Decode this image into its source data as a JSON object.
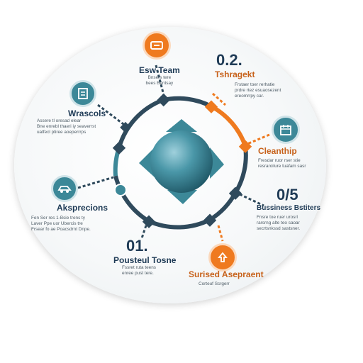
{
  "colors": {
    "teal": "#3c8898",
    "orange": "#ef7a1f",
    "navy": "#1f3b56",
    "ring": "#2f4a5c"
  },
  "center": {
    "icon": "sphere-cross-icon"
  },
  "nodes": {
    "top": {
      "icon": "tag-icon",
      "title": "Esw Team",
      "body": "Bnsers tere\nbees Bentsay"
    },
    "top_right": {
      "number": "0.2.",
      "title": "Tshragekt",
      "body": "Frstaer toer rerhatie\nprdre rtez esuaosezent\nereomrrpy car."
    },
    "right": {
      "icon": "calendar-icon",
      "title": "Cleanthip",
      "body": "Fresdar ruor rser stie\nresraroilure tuafam sasr"
    },
    "right_lower": {
      "number": "0/5",
      "title": "Bussiness Bstiters",
      "body": "Fnsre toe ruer urosrl\nrarsrng alte teo saoar\nsecrtsnkssd sastsner."
    },
    "bottom": {
      "icon": "upload-icon",
      "title": "Surised Asepraent",
      "body": "Corteuf Scrgerr"
    },
    "bottom_left": {
      "number": "01.",
      "title": "Pousteul Tosne",
      "body": "Fssret ruta teens\nenree pust tere."
    },
    "left": {
      "icon": "vehicle-icon",
      "title": "Aksprecions",
      "body": "Fen Ser res 1-Bsie trens ty\nLaver Ppe uor Ubercis tre\nFrsear fo ae Poacsdrnt Dnpe."
    },
    "top_left": {
      "icon": "document-icon",
      "title": "Wrascols",
      "body": "Assere tl oresad elear\nBne enrebl thaeri iy seaverrst\nuatfecl ptiree aoeperrrps"
    }
  }
}
